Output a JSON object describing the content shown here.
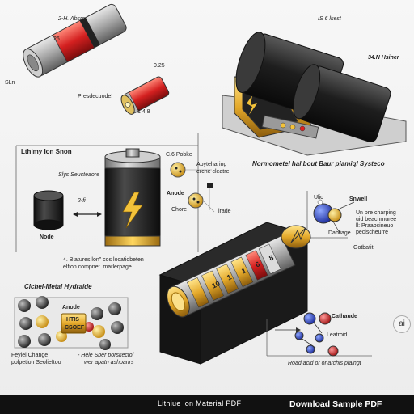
{
  "labels": {
    "t1": "2-H. Absre",
    "t2": "IS 6 lkest",
    "t3": "26",
    "t4": "SLn",
    "t5": "0.25",
    "t6": "Presdecuode!",
    "t7": "1 4 8",
    "t8": "34.N Hsiner",
    "t9": "Normometel hal bout Baur piamiql Systeco",
    "t10": "Lthimy Ion Snon",
    "t11": "Slys Seucteaore",
    "t12": "Node",
    "t13": "2-fi",
    "t14": "C.6 Pobke",
    "t15": "Abyteharing",
    "t16": "ercne cleatre",
    "t17": "Anode",
    "t18": "Chore",
    "t19": "lrade",
    "t20": "4. Biatures lon\" cos locatiobeten",
    "t21": "elfion compnet. marlerpage",
    "t22": "Ulic",
    "t23": "Snwell",
    "t24": "Un pre charping",
    "t25": "uid beachmuree",
    "t26": "ll: Praabcineuo",
    "t27": "pecischeurre",
    "t28": "Dabliage",
    "t29": "Gotbatit",
    "t30": "Clchel-Metal Hydraide",
    "t31": "Anode",
    "t32": "HTIS",
    "t33": "CSOEF",
    "t34": "Feylel Change",
    "t35": "polpetion Seolieftoo",
    "t36": "- Hele Sber porskectol",
    "t37": "wer apatn ashoanrs",
    "t38": "Cathaude",
    "t39": "Leatroid",
    "t40": "Road acid or onarchis plaingt",
    "drum_numbers": [
      "10",
      "1",
      "1",
      "6",
      "8"
    ]
  },
  "footer": {
    "left": "Lithiue lon Material PDF",
    "right": "Download Sample PDF"
  },
  "badge": "ai"
}
